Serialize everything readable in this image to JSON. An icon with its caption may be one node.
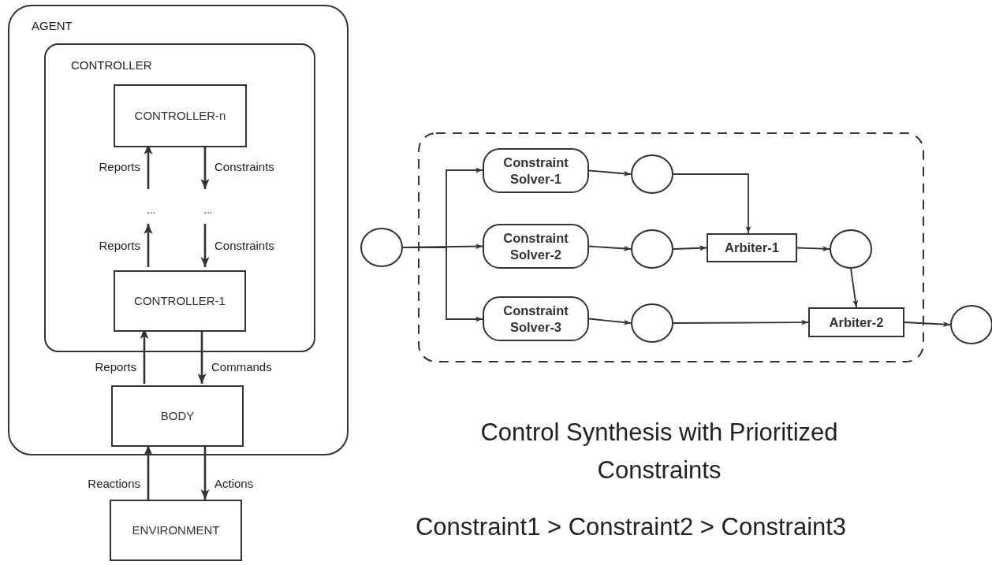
{
  "diagram": {
    "nodes": [
      {
        "text": [
          "AGENT"
        ]
      },
      {
        "text": [
          "CONTROLLER"
        ],
        "in": 0
      },
      {
        "text": [
          "CONTROLLER-n"
        ],
        "in": 1
      },
      {
        "text": [
          "..."
        ],
        "in": 1
      },
      {
        "text": [
          "..."
        ],
        "in": 1
      },
      {
        "text": [
          "CONTROLLER-1"
        ],
        "in": 1
      },
      {
        "text": [
          "BODY"
        ],
        "in": 0
      },
      {
        "text": [
          "ENVIRONMENT"
        ]
      },
      {
        "text": [],
        "shape": "circle"
      },
      {
        "text": [],
        "shape": "box"
      },
      {
        "text": [
          "Constraint Solver-1"
        ],
        "in": 9
      },
      {
        "text": [],
        "shape": "circle",
        "in": 9
      },
      {
        "text": [
          "Constraint Solver-2"
        ],
        "in": 9
      },
      {
        "text": [],
        "shape": "circle",
        "in": 9
      },
      {
        "text": [
          "Arbiter-1"
        ],
        "in": 9
      },
      {
        "text": [],
        "shape": "circle",
        "in": 9
      },
      {
        "text": [
          "Constraint Solver-3"
        ],
        "in": 9
      },
      {
        "text": [],
        "shape": "circle",
        "in": 9
      },
      {
        "text": [
          "Arbiter-2"
        ],
        "in": 9
      },
      {
        "text": [],
        "shape": "circle"
      }
    ],
    "edges": [
      {
        "from": 3,
        "to": 2,
        "arrow": "to",
        "label": "Reports"
      },
      {
        "from": 2,
        "to": 4,
        "arrow": "to",
        "label": "Constraints"
      },
      {
        "from": 5,
        "to": 3,
        "arrow": "to",
        "label": "Reports"
      },
      {
        "from": 4,
        "to": 5,
        "arrow": "to",
        "label": "Constraints"
      },
      {
        "from": 6,
        "to": 5,
        "arrow": "to",
        "label": "Reports"
      },
      {
        "from": 5,
        "to": 6,
        "arrow": "to",
        "label": "Commands"
      },
      {
        "from": 7,
        "to": 6,
        "arrow": "to",
        "label": "Reactions"
      },
      {
        "from": 6,
        "to": 7,
        "arrow": "to",
        "label": "Actions"
      },
      {
        "from": 8,
        "to": 10,
        "arrow": "to"
      },
      {
        "from": 8,
        "to": 12,
        "arrow": "to"
      },
      {
        "from": 8,
        "to": 16,
        "arrow": "to"
      },
      {
        "from": 10,
        "to": 11,
        "arrow": "to"
      },
      {
        "from": 11,
        "to": 14,
        "arrow": "to"
      },
      {
        "from": 12,
        "to": 13,
        "arrow": "to"
      },
      {
        "from": 13,
        "to": 14,
        "arrow": "to"
      },
      {
        "from": 14,
        "to": 15,
        "arrow": "to"
      },
      {
        "from": 15,
        "to": 18,
        "arrow": "to"
      },
      {
        "from": 16,
        "to": 17,
        "arrow": "to"
      },
      {
        "from": 17,
        "to": 18,
        "arrow": "to"
      },
      {
        "from": 18,
        "to": 19,
        "arrow": "to"
      }
    ],
    "labels": [
      "Control Synthesis with Prioritized Constraints",
      "Constraint1 > Constraint2 > Constraint3"
    ]
  }
}
